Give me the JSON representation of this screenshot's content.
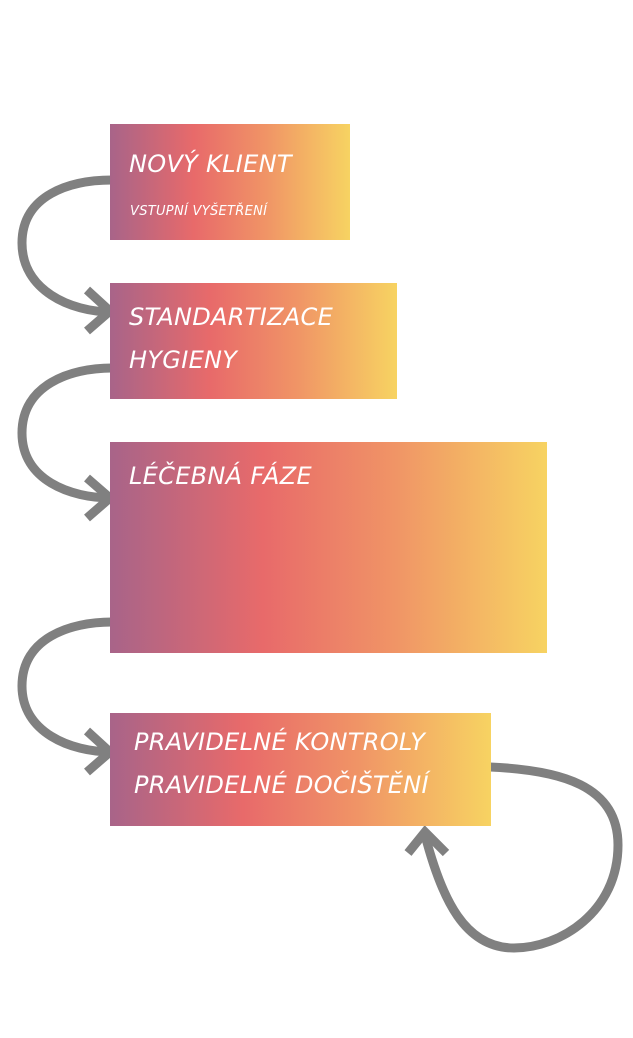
{
  "steps": [
    {
      "title": "NOVÝ KLIENT",
      "subtitle": "VSTUPNÍ VYŠETŘENÍ"
    },
    {
      "title_lines": [
        "STANDARTIZACE",
        "HYGIENY"
      ]
    },
    {
      "title": "LÉČEBNÁ FÁZE"
    },
    {
      "title_lines": [
        "PRAVIDELNÉ KONTROLY",
        "PRAVIDELNÉ DOČIŠTĚNÍ"
      ]
    }
  ],
  "colors": {
    "gradient": [
      "#a86489",
      "#e86a6a",
      "#f09466",
      "#f7d362"
    ],
    "arrow": "#808080",
    "text": "#ffffff"
  }
}
